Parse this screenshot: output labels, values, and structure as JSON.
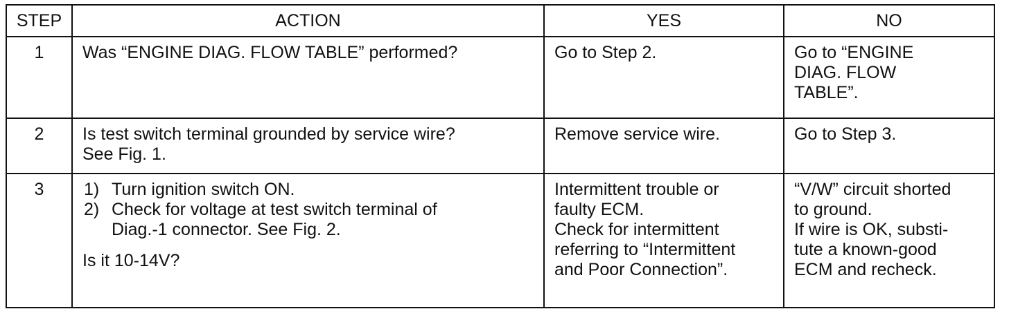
{
  "table": {
    "headers": {
      "step": "STEP",
      "action": "ACTION",
      "yes": "YES",
      "no": "NO"
    },
    "rows": [
      {
        "step": "1",
        "action": "Was “ENGINE DIAG. FLOW TABLE” performed?",
        "yes": "Go to Step 2.",
        "no": [
          "Go to “ENGINE",
          "DIAG. FLOW",
          "TABLE”."
        ]
      },
      {
        "step": "2",
        "action": [
          "Is test switch terminal grounded by service wire?",
          "See Fig. 1."
        ],
        "yes": "Remove service wire.",
        "no": "Go to Step 3."
      },
      {
        "step": "3",
        "action": {
          "items": [
            {
              "num": "1)",
              "lines": [
                "Turn ignition switch ON."
              ]
            },
            {
              "num": "2)",
              "lines": [
                "Check for voltage at test switch terminal of",
                "Diag.-1 connector. See Fig. 2."
              ]
            }
          ],
          "question": "Is it 10-14V?"
        },
        "yes": [
          "Intermittent trouble or",
          "faulty ECM.",
          "Check for intermittent",
          "referring to “Intermittent",
          "and Poor Connection”."
        ],
        "no": [
          "“V/W” circuit shorted",
          "to ground.",
          "If wire is OK, substi-",
          "tute a known-good",
          "ECM and recheck."
        ]
      }
    ]
  }
}
